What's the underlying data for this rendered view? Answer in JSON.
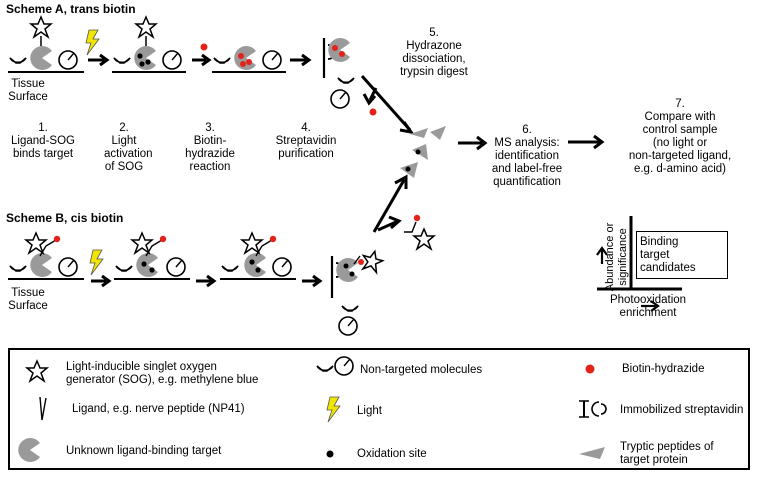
{
  "scheme_a": {
    "title": "Scheme A, trans biotin",
    "tissue": [
      "Tissue",
      "Surface"
    ],
    "steps": [
      [
        "1.",
        "Ligand-SOG",
        "binds target"
      ],
      [
        "2.",
        "Light",
        "activation",
        "of SOG"
      ],
      [
        "3.",
        "Biotin-",
        "hydrazide",
        "reaction"
      ],
      [
        "4.",
        "Streptavidin",
        "purification"
      ]
    ]
  },
  "step5": [
    "5.",
    "Hydrazone",
    "dissociation,",
    "trypsin digest"
  ],
  "step6": [
    "6.",
    "MS analysis:",
    "identification",
    "and label-free",
    "quantification"
  ],
  "step7": [
    "7.",
    "Compare with",
    "control sample",
    "(no light or",
    "non-targeted ligand,",
    "e.g. d-amino acid)"
  ],
  "scheme_b": {
    "title": "Scheme B, cis biotin",
    "tissue": [
      "Tissue",
      "Surface"
    ]
  },
  "plot": {
    "ylabel": [
      "Abundance or",
      "significance"
    ],
    "xlabel": [
      "Photooxidation",
      "enrichment"
    ],
    "box": [
      "Binding",
      "target",
      "candidates"
    ]
  },
  "legend": {
    "sog": [
      "Light-inducible singlet oxygen",
      "generator (SOG), e.g. methylene blue"
    ],
    "ligand": "Ligand, e.g. nerve peptide (NP41)",
    "target": "Unknown ligand-binding target",
    "nontargeted": "Non-targeted molecules",
    "light": "Light",
    "oxidation": "Oxidation site",
    "biotin": "Biotin-hydrazide",
    "streptavidin": "Immobilized streptavidin",
    "tryptic": [
      "Tryptic peptides of",
      "target protein"
    ]
  },
  "colors": {
    "target": "#9a9a9a",
    "biotin": "#e2231a",
    "light": "#f2e600"
  }
}
